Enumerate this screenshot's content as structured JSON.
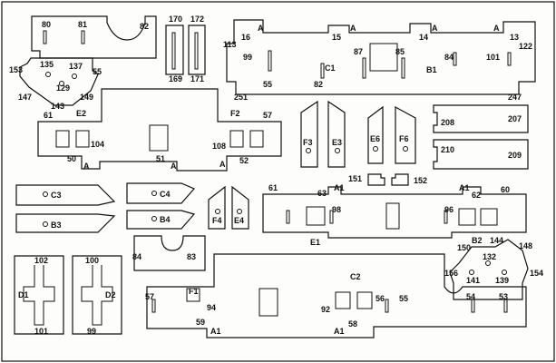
{
  "sheet": {
    "labels": [
      {
        "id": "l80",
        "text": "80"
      },
      {
        "id": "l81",
        "text": "81"
      },
      {
        "id": "l82a",
        "text": "82"
      },
      {
        "id": "l135",
        "text": "135"
      },
      {
        "id": "l137",
        "text": "137"
      },
      {
        "id": "l55a",
        "text": "55"
      },
      {
        "id": "l153",
        "text": "153"
      },
      {
        "id": "l129",
        "text": "129"
      },
      {
        "id": "l147",
        "text": "147"
      },
      {
        "id": "l143",
        "text": "143"
      },
      {
        "id": "l149",
        "text": "149"
      },
      {
        "id": "l170",
        "text": "170"
      },
      {
        "id": "l172",
        "text": "172"
      },
      {
        "id": "l169",
        "text": "169"
      },
      {
        "id": "l171",
        "text": "171"
      },
      {
        "id": "lA1",
        "text": "A"
      },
      {
        "id": "l16",
        "text": "16"
      },
      {
        "id": "l113",
        "text": "113"
      },
      {
        "id": "lA2",
        "text": "A"
      },
      {
        "id": "l15",
        "text": "15"
      },
      {
        "id": "lA3",
        "text": "A"
      },
      {
        "id": "l14",
        "text": "14"
      },
      {
        "id": "lA4",
        "text": "A"
      },
      {
        "id": "l13",
        "text": "13"
      },
      {
        "id": "l122",
        "text": "122"
      },
      {
        "id": "l99a",
        "text": "99"
      },
      {
        "id": "l87",
        "text": "87"
      },
      {
        "id": "l85",
        "text": "85"
      },
      {
        "id": "l84a",
        "text": "84"
      },
      {
        "id": "l101a",
        "text": "101"
      },
      {
        "id": "lC1",
        "text": "C1"
      },
      {
        "id": "lB1",
        "text": "B1"
      },
      {
        "id": "l55b",
        "text": "55"
      },
      {
        "id": "l82b",
        "text": "82"
      },
      {
        "id": "l251",
        "text": "251"
      },
      {
        "id": "l247",
        "text": "247"
      },
      {
        "id": "l61a",
        "text": "61"
      },
      {
        "id": "lE2",
        "text": "E2"
      },
      {
        "id": "lF2",
        "text": "F2"
      },
      {
        "id": "l57a",
        "text": "57"
      },
      {
        "id": "l104",
        "text": "104"
      },
      {
        "id": "l108",
        "text": "108"
      },
      {
        "id": "l50",
        "text": "50"
      },
      {
        "id": "lA5",
        "text": "A"
      },
      {
        "id": "l51",
        "text": "51"
      },
      {
        "id": "lA6",
        "text": "A"
      },
      {
        "id": "lA7",
        "text": "A"
      },
      {
        "id": "l52",
        "text": "52"
      },
      {
        "id": "lF3",
        "text": "F3"
      },
      {
        "id": "lE3",
        "text": "E3"
      },
      {
        "id": "lE6",
        "text": "E6"
      },
      {
        "id": "lF6",
        "text": "F6"
      },
      {
        "id": "l208",
        "text": "208"
      },
      {
        "id": "l207",
        "text": "207"
      },
      {
        "id": "l210",
        "text": "210"
      },
      {
        "id": "l209",
        "text": "209"
      },
      {
        "id": "lC3",
        "text": "C3"
      },
      {
        "id": "lB3",
        "text": "B3"
      },
      {
        "id": "lC4",
        "text": "C4"
      },
      {
        "id": "lB4",
        "text": "B4"
      },
      {
        "id": "lF4",
        "text": "F4"
      },
      {
        "id": "lE4",
        "text": "E4"
      },
      {
        "id": "l151",
        "text": "151"
      },
      {
        "id": "l152",
        "text": "152"
      },
      {
        "id": "l61b",
        "text": "61"
      },
      {
        "id": "l63",
        "text": "63"
      },
      {
        "id": "lA1b",
        "text": "A1"
      },
      {
        "id": "lA1c",
        "text": "A1"
      },
      {
        "id": "l62",
        "text": "62"
      },
      {
        "id": "l60",
        "text": "60"
      },
      {
        "id": "l98",
        "text": "98"
      },
      {
        "id": "l96",
        "text": "96"
      },
      {
        "id": "lE1",
        "text": "E1"
      },
      {
        "id": "l84b",
        "text": "84"
      },
      {
        "id": "l83",
        "text": "83"
      },
      {
        "id": "l102",
        "text": "102"
      },
      {
        "id": "l100",
        "text": "100"
      },
      {
        "id": "lD1",
        "text": "D1"
      },
      {
        "id": "lD2",
        "text": "D2"
      },
      {
        "id": "l101b",
        "text": "101"
      },
      {
        "id": "l99b",
        "text": "99"
      },
      {
        "id": "l150",
        "text": "150"
      },
      {
        "id": "l144",
        "text": "144"
      },
      {
        "id": "l148",
        "text": "148"
      },
      {
        "id": "lB2",
        "text": "B2"
      },
      {
        "id": "l132",
        "text": "132"
      },
      {
        "id": "l156",
        "text": "156"
      },
      {
        "id": "l141",
        "text": "141"
      },
      {
        "id": "l139",
        "text": "139"
      },
      {
        "id": "l154",
        "text": "154"
      },
      {
        "id": "lC2",
        "text": "C2"
      },
      {
        "id": "l57b",
        "text": "57"
      },
      {
        "id": "lF1",
        "text": "F1"
      },
      {
        "id": "l94",
        "text": "94"
      },
      {
        "id": "l92",
        "text": "92"
      },
      {
        "id": "l56",
        "text": "56"
      },
      {
        "id": "l55c",
        "text": "55"
      },
      {
        "id": "l54",
        "text": "54"
      },
      {
        "id": "l53",
        "text": "53"
      },
      {
        "id": "l59",
        "text": "59"
      },
      {
        "id": "lA1d",
        "text": "A1"
      },
      {
        "id": "l58",
        "text": "58"
      },
      {
        "id": "lA1e",
        "text": "A1"
      }
    ]
  }
}
